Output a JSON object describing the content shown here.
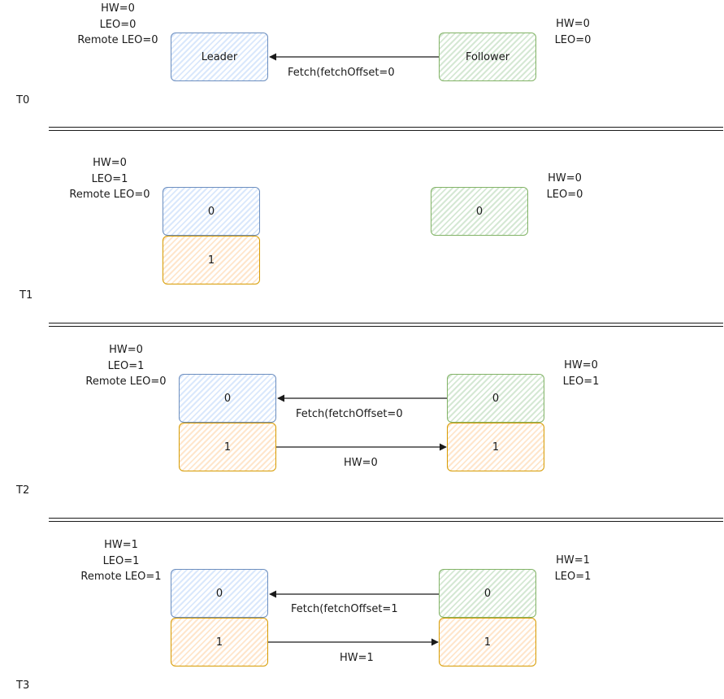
{
  "colors": {
    "leader_stroke": "#6c8ebf",
    "leader_fill": "#dae8fc",
    "follower_stroke": "#82b366",
    "follower_fill": "#d5e8d4",
    "record_stroke": "#d79b00",
    "record_fill": "#ffe6cc"
  },
  "t0": {
    "time": "T0",
    "leader_state": [
      "HW=0",
      "LEO=0",
      "Remote LEO=0"
    ],
    "follower_state": [
      "HW=0",
      "LEO=0"
    ],
    "leader_box": "Leader",
    "follower_box": "Follower",
    "fetch_label": "Fetch(fetchOffset=0"
  },
  "t1": {
    "time": "T1",
    "leader_state": [
      "HW=0",
      "LEO=1",
      "Remote LEO=0"
    ],
    "follower_state": [
      "HW=0",
      "LEO=0"
    ],
    "leader_records": [
      "0",
      "1"
    ],
    "follower_records": [
      "0"
    ]
  },
  "t2": {
    "time": "T2",
    "leader_state": [
      "HW=0",
      "LEO=1",
      "Remote LEO=0"
    ],
    "follower_state": [
      "HW=0",
      "LEO=1"
    ],
    "leader_records": [
      "0",
      "1"
    ],
    "follower_records": [
      "0",
      "1"
    ],
    "fetch_label": "Fetch(fetchOffset=0",
    "response_label": "HW=0"
  },
  "t3": {
    "time": "T3",
    "leader_state": [
      "HW=1",
      "LEO=1",
      "Remote LEO=1"
    ],
    "follower_state": [
      "HW=1",
      "LEO=1"
    ],
    "leader_records": [
      "0",
      "1"
    ],
    "follower_records": [
      "0",
      "1"
    ],
    "fetch_label": "Fetch(fetchOffset=1",
    "response_label": "HW=1"
  }
}
